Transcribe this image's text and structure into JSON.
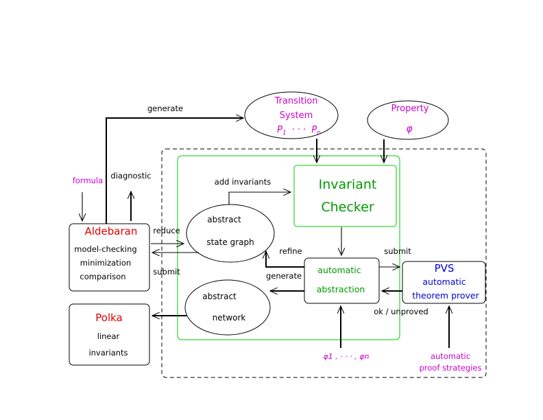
{
  "colors": {
    "magenta": "#cc00cc",
    "green": "#009900",
    "red": "#dd0000",
    "blue": "#0000cc",
    "region_green": "#00cc00",
    "black": "#000000"
  },
  "nodes": {
    "transition_system": {
      "line1": "Transition",
      "line2": "System",
      "formula": "P",
      "sub1": "1",
      "dots": "· · ·",
      "subn": "n"
    },
    "property": {
      "line1": "Property",
      "formula": "φ"
    },
    "invariant_checker": {
      "line1": "Invariant",
      "line2": "Checker"
    },
    "aldebaran": {
      "title": "Aldebaran",
      "item1": "model-checking",
      "item2": "minimization",
      "item3": "comparison"
    },
    "polka": {
      "title": "Polka",
      "item1": "linear",
      "item2": "invariants"
    },
    "abstract_state_graph": {
      "line1": "abstract",
      "line2": "state graph"
    },
    "abstract_network": {
      "line1": "abstract",
      "line2": "network"
    },
    "automatic_abstraction": {
      "line1": "automatic",
      "line2": "abstraction"
    },
    "pvs": {
      "title": "PVS",
      "line1": "automatic",
      "line2": "theorem prover"
    }
  },
  "labels": {
    "generate_top": "generate",
    "formula": "formula",
    "diagnostic": "diagnostic",
    "add_invariants": "add invariants",
    "reduce": "reduce",
    "submit_left": "submit",
    "refine": "refine",
    "generate_mid": "generate",
    "submit_right": "submit",
    "ok_unproved": "ok / unproved",
    "phis": "φ1 , · · · , φn",
    "strategies_line1": "automatic",
    "strategies_line2": "proof strategies"
  }
}
